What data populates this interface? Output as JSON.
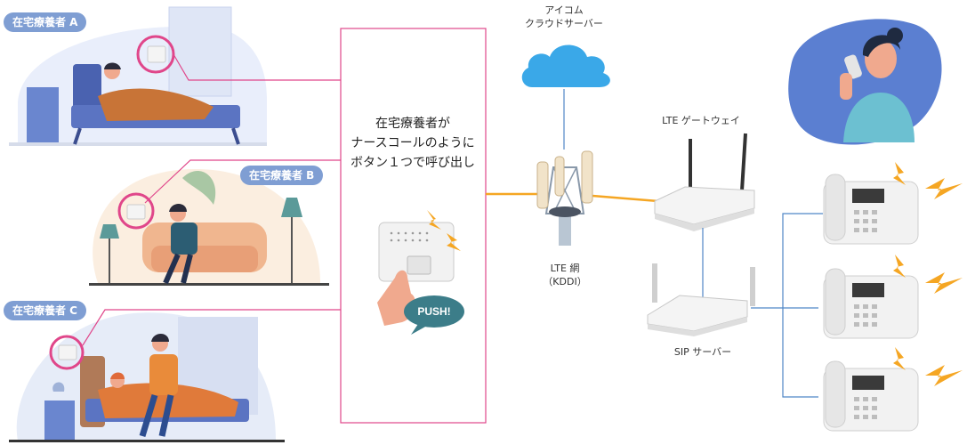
{
  "patients": [
    {
      "label": "在宅療養者 A"
    },
    {
      "label": "在宅療養者 B"
    },
    {
      "label": "在宅療養者 C"
    }
  ],
  "message": {
    "lines": [
      "在宅療養者が",
      "ナースコールのように",
      "ボタン１つで呼び出し"
    ]
  },
  "push_label": "PUSH!",
  "cloud": {
    "line1": "アイコム",
    "line2": "クラウドサーバー"
  },
  "lte_network": {
    "line1": "LTE 網",
    "line2": "（KDDI）"
  },
  "gateway_label": "LTE ゲートウェイ",
  "sip_label": "SIP サーバー",
  "colors": {
    "pink": "#e0468a",
    "orange": "#f5a623",
    "blue_line": "#4f86c6",
    "badge": "#7f9ed3",
    "cloud": "#3aa8e8",
    "operator_bg": "#5b7fd1"
  }
}
